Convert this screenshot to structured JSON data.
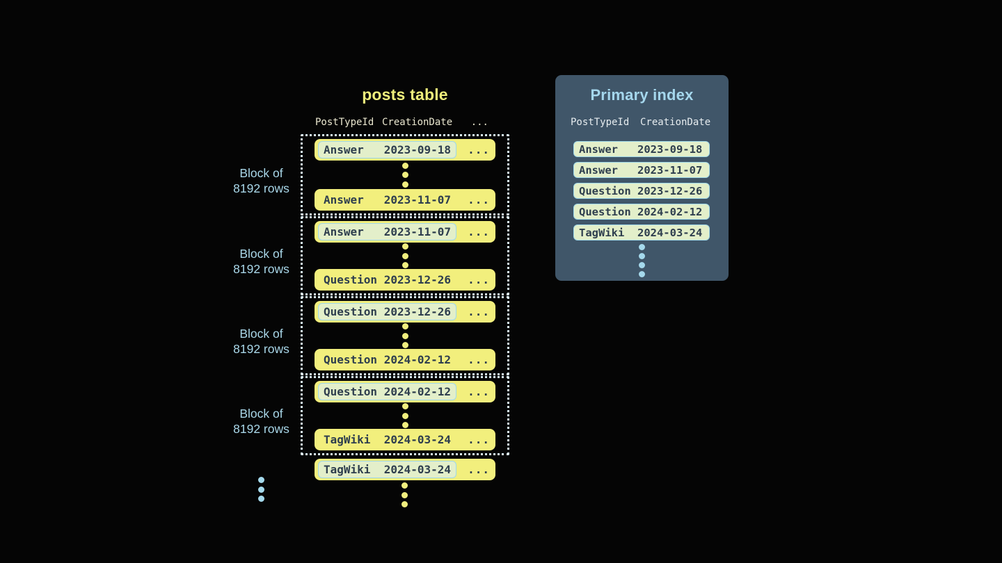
{
  "colors": {
    "background": "#050505",
    "row_yellow": "#f2ef7d",
    "row_text_dark": "#2e3e4e",
    "highlight_green": "#e3efca",
    "highlight_border_blue": "#9fd8ea",
    "panel_slate": "#405669",
    "accent_light_blue": "#a9d7e9",
    "title_yellow": "#eeee7b",
    "header_cream": "#e9e6ce",
    "dotted_border": "#d9eef6"
  },
  "posts_table": {
    "title": "posts table",
    "headers": {
      "col1": "PostTypeId",
      "col2": "CreationDate",
      "more": "..."
    },
    "block_label": {
      "line1": "Block of",
      "line2": "8192 rows"
    },
    "row_more": "...",
    "blocks": [
      {
        "first": {
          "type": "Answer",
          "date": "2023-09-18"
        },
        "last": {
          "type": "Answer",
          "date": "2023-11-07"
        }
      },
      {
        "first": {
          "type": "Answer",
          "date": "2023-11-07"
        },
        "last": {
          "type": "Question",
          "date": "2023-12-26"
        }
      },
      {
        "first": {
          "type": "Question",
          "date": "2023-12-26"
        },
        "last": {
          "type": "Question",
          "date": "2024-02-12"
        }
      },
      {
        "first": {
          "type": "Question",
          "date": "2024-02-12"
        },
        "last": {
          "type": "TagWiki",
          "date": "2024-03-24"
        }
      }
    ],
    "overflow_row": {
      "type": "TagWiki",
      "date": "2024-03-24"
    }
  },
  "primary_index": {
    "title": "Primary index",
    "headers": {
      "col1": "PostTypeId",
      "col2": "CreationDate"
    },
    "rows": [
      {
        "type": "Answer",
        "date": "2023-09-18"
      },
      {
        "type": "Answer",
        "date": "2023-11-07"
      },
      {
        "type": "Question",
        "date": "2023-12-26"
      },
      {
        "type": "Question",
        "date": "2024-02-12"
      },
      {
        "type": "TagWiki",
        "date": "2024-03-24"
      }
    ]
  }
}
